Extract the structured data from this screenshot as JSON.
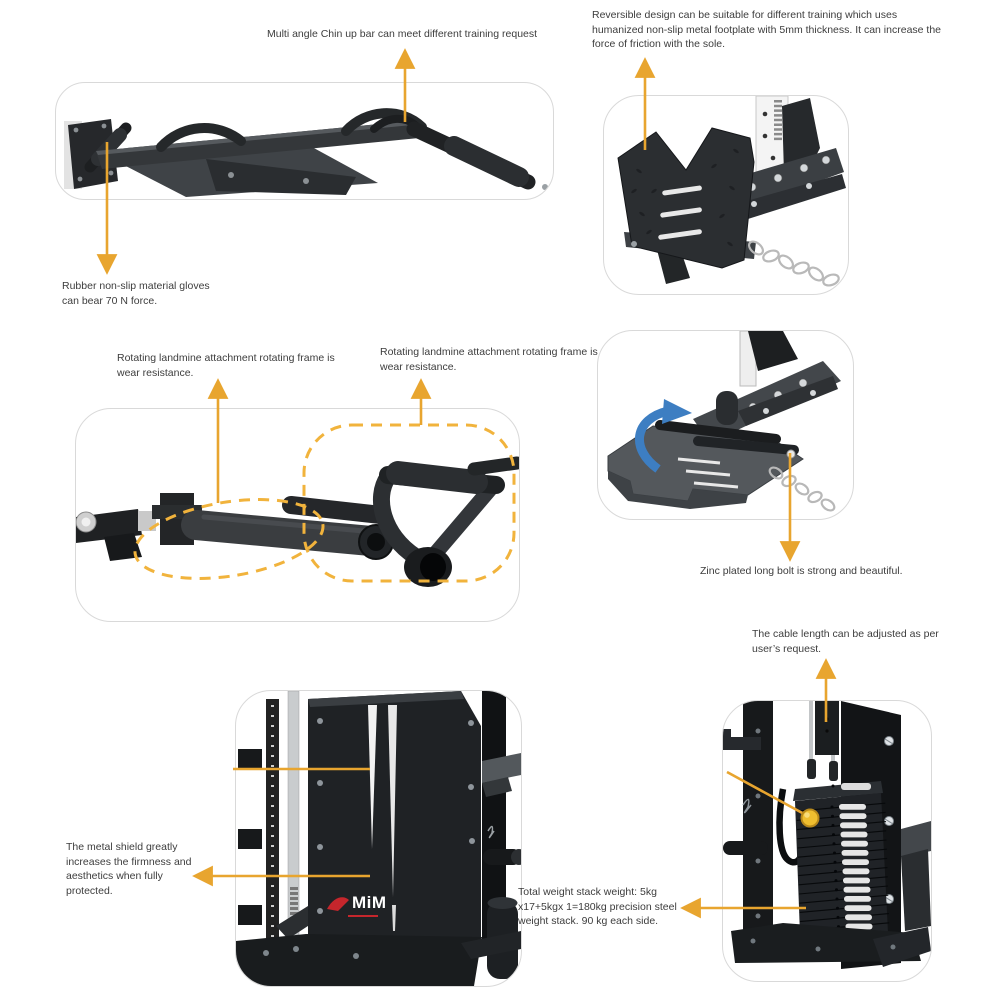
{
  "colors": {
    "callout_arrow": "#E8A52F",
    "dashed_highlight": "#F1B33C",
    "rotation_arrow": "#3D7EC2",
    "selector_pin": "#EFBE2F",
    "logo_red": "#C5262C",
    "annotation_text": "#3D3D3D",
    "panel_border": "#D9D9D9",
    "machine_dark": "#1F2225"
  },
  "annotations": {
    "chin_up_bar": {
      "text": "Multi angle Chin up bar can meet different training request"
    },
    "reversible_footplate": {
      "text": "Reversible design can be suitable for different training which uses humanized non-slip metal footplate with 5mm thickness. It can increase the force of friction with the sole."
    },
    "rubber_gloves": {
      "text": "Rubber non-slip material gloves can bear 70 N force."
    },
    "landmine_left": {
      "text": "Rotating landmine attachment rotating frame is wear resistance."
    },
    "landmine_right": {
      "text": "Rotating landmine attachment rotating frame is wear resistance."
    },
    "zinc_bolt": {
      "text": "Zinc plated long bolt is strong and beautiful."
    },
    "cable_length": {
      "text": "The cable length can be adjusted as per user’s request."
    },
    "metal_shield": {
      "text": "The metal shield greatly increases the firmness and aesthetics when fully protected."
    },
    "weight_stack": {
      "text": "Total weight stack weight: 5kg x17+5kgx 1=180kg precision steel weight stack. 90 kg each side."
    }
  },
  "logo": {
    "text": "MiM"
  }
}
